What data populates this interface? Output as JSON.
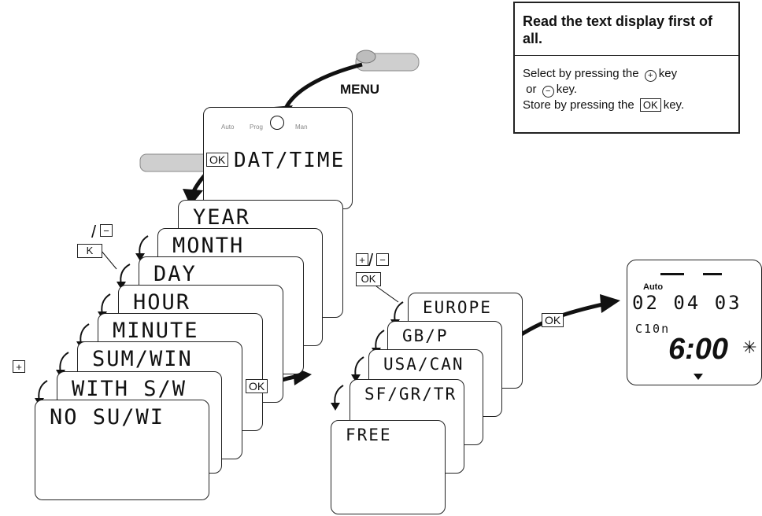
{
  "infobox": {
    "title": "Read the text display first of all.",
    "line1": "Select by pressing the",
    "line1_end": "key",
    "line2_start": "or",
    "line2_end": "key.",
    "line3": "Store by pressing the",
    "line3_end": "key.",
    "plus_symbol": "+",
    "minus_symbol": "−",
    "ok_key": "OK"
  },
  "menu_label": "MENU",
  "top_display": {
    "mode_auto": "Auto",
    "mode_prog": "Prog",
    "mode_man": "Man",
    "text": "DAT/TIME",
    "ok_key": "OK"
  },
  "left_stack": [
    "YEAR",
    "MONTH",
    "DAY",
    "HOUR",
    "MINUTE",
    "SUM/WIN",
    "WITH S/W",
    "NO SU/WI"
  ],
  "left_keys": {
    "slash": "/",
    "minus": "−",
    "k": "K",
    "plus": "+"
  },
  "ok_between": "OK",
  "right_stack": [
    "EUROPE",
    "GB/P",
    "USA/CAN",
    "SF/GR/TR",
    "FREE"
  ],
  "right_keys": {
    "plus": "+",
    "slash": "/",
    "minus": "−",
    "ok": "OK"
  },
  "ok_to_clock": "OK",
  "clock_display": {
    "mode": "Auto",
    "date": "02 04 03",
    "sub": "C10n",
    "time": "6:00",
    "star": "✳"
  }
}
